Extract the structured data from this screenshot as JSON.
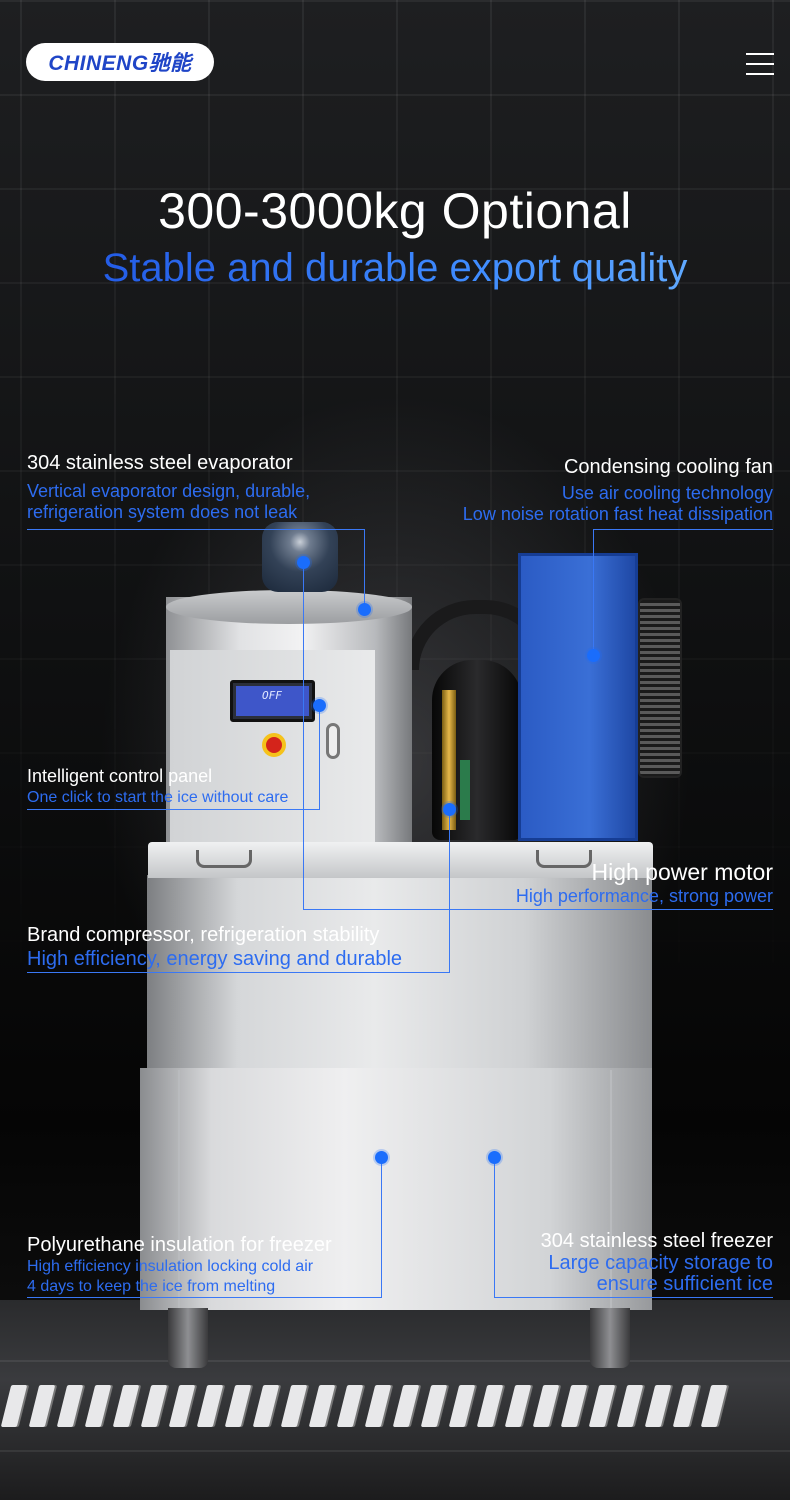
{
  "brand": {
    "logo_text": "CHINENG驰能"
  },
  "header": {
    "menu_icon": "hamburger-menu-icon"
  },
  "hero": {
    "title": "300-3000kg Optional",
    "subtitle": "Stable and durable export quality"
  },
  "machine": {
    "display_text": "OFF"
  },
  "features": [
    {
      "title": "304 stainless steel evaporator",
      "desc": [
        "Vertical evaporator design, durable,",
        "refrigeration system does not leak"
      ]
    },
    {
      "title": "Condensing cooling fan",
      "desc": [
        "Use air cooling technology",
        "Low noise rotation fast heat dissipation"
      ]
    },
    {
      "title": "Intelligent control panel",
      "desc": [
        "One click to start the ice without care"
      ]
    },
    {
      "title": "High power motor",
      "desc": [
        "High performance, strong power"
      ]
    },
    {
      "title": "Brand compressor, refrigeration stability",
      "desc": [
        "High efficiency, energy saving and durable"
      ]
    },
    {
      "title": "Polyurethane insulation for freezer",
      "desc": [
        "High efficiency insulation locking cold air",
        "4 days to keep the ice from melting"
      ]
    },
    {
      "title": "304 stainless steel freezer",
      "desc": [
        "Large capacity storage to",
        "ensure sufficient ice"
      ]
    }
  ],
  "colors": {
    "accent": "#2d6cf0",
    "callout_line": "#3a78f5",
    "logo_text": "#1f45c7",
    "background": "#0b0b0c"
  }
}
